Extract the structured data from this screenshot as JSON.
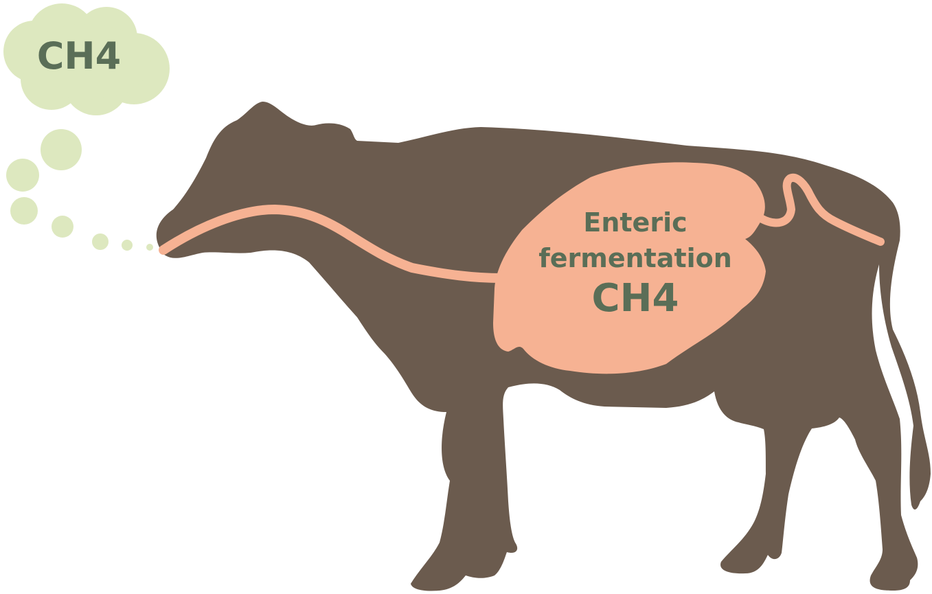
{
  "cloud": {
    "label": "CH4"
  },
  "rumen": {
    "line1": "Enteric",
    "line2": "fermentation",
    "line3": "CH4"
  },
  "colors": {
    "cow": "#6b5b4e",
    "digestive": "#f6b293",
    "cloud": "#dde8bf",
    "text": "#5a6e57"
  }
}
